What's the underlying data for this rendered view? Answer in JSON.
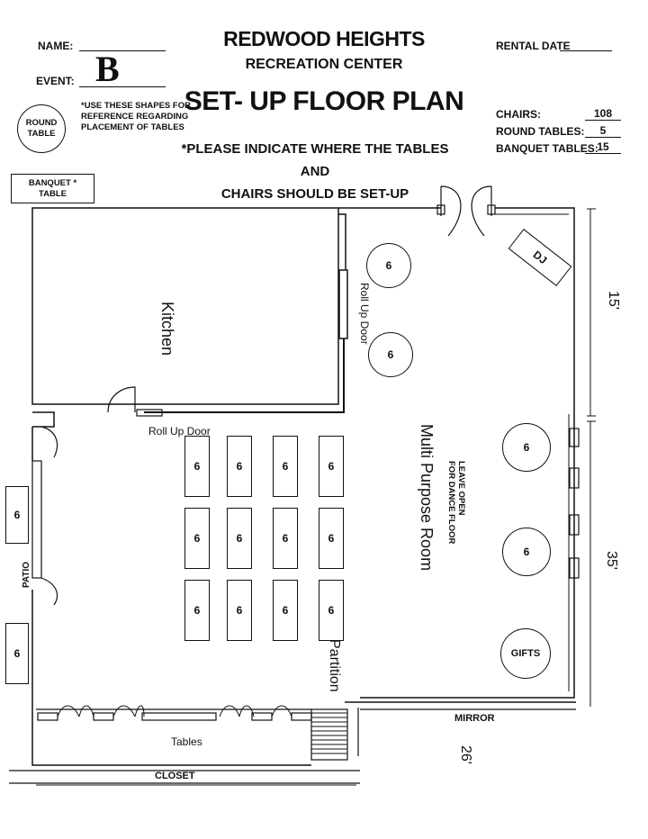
{
  "header": {
    "name_label": "NAME:",
    "event_label": "EVENT:",
    "event_letter": "B",
    "title_line1": "REDWOOD HEIGHTS",
    "title_line2": "RECREATION CENTER",
    "title_main": "SET- UP FLOOR PLAN",
    "instruction": "*PLEASE INDICATE WHERE THE TABLES AND CHAIRS SHOULD BE SET-UP",
    "instruction_line1": "*PLEASE INDICATE WHERE THE TABLES AND",
    "instruction_line2": "CHAIRS SHOULD BE SET-UP",
    "rental_date_label": "RENTAL DATE"
  },
  "legend": {
    "round_table_line1": "ROUND",
    "round_table_line2": "TABLE",
    "note_line1": "*USE THESE SHAPES FOR",
    "note_line2": "REFERENCE REGARDING",
    "note_line3": "PLACEMENT OF TABLES",
    "banquet_line1": "BANQUET  *",
    "banquet_line2": "TABLE"
  },
  "counts": {
    "chairs_label": "CHAIRS:",
    "chairs_value": "108",
    "round_tables_label": "ROUND TABLES:",
    "round_tables_value": "5",
    "banquet_tables_label": "BANQUET TABLES:",
    "banquet_tables_value": "15"
  },
  "plan": {
    "kitchen": "Kitchen",
    "roll_up_door_vertical": "Roll Up Door",
    "roll_up_door_horizontal": "Roll Up Door",
    "multi_purpose_room": "Multi Purpose Room",
    "dance_floor_line1": "LEAVE OPEN",
    "dance_floor_line2": "FOR DANCE FLOOR",
    "partition": "Partition",
    "tables": "Tables",
    "closet": "CLOSET",
    "mirror": "MIRROR",
    "patio": "PATIO",
    "dj": "DJ",
    "gifts": "GIFTS",
    "dim_15": "15'",
    "dim_35": "35'",
    "dim_26": "26'",
    "table_seat_label": "6"
  }
}
